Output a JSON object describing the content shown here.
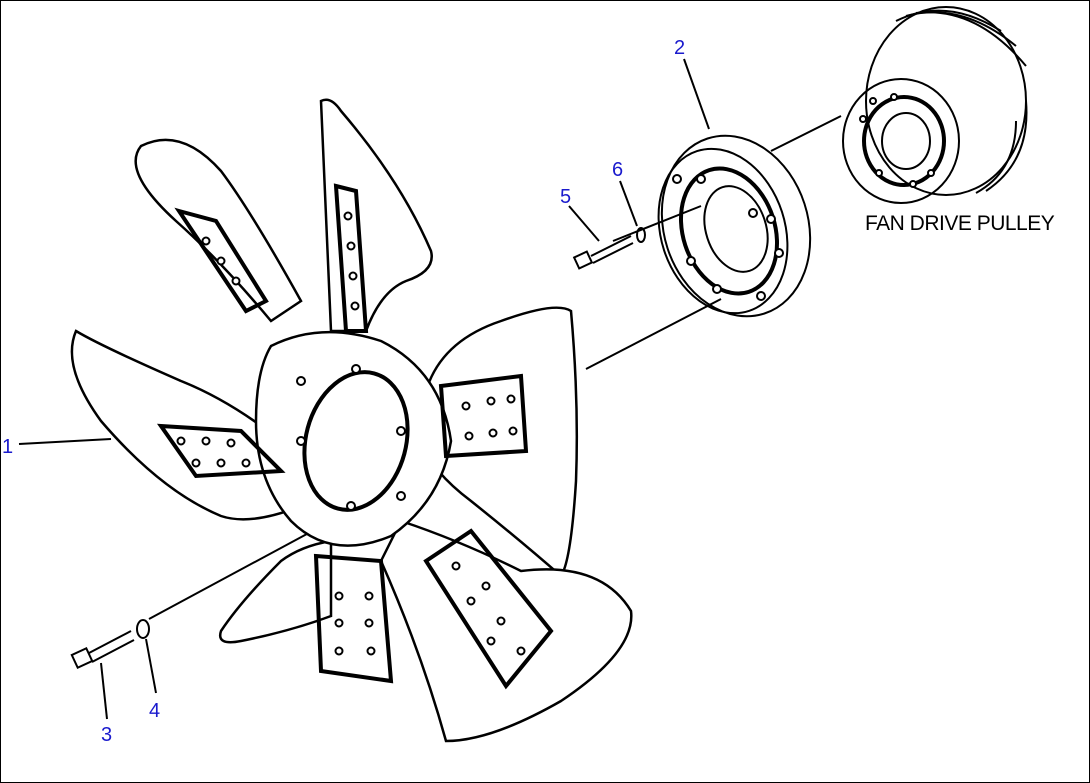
{
  "diagram": {
    "pulley_label": "FAN DRIVE PULLEY",
    "callouts": [
      {
        "id": "1",
        "label": "1"
      },
      {
        "id": "2",
        "label": "2"
      },
      {
        "id": "3",
        "label": "3"
      },
      {
        "id": "4",
        "label": "4"
      },
      {
        "id": "5",
        "label": "5"
      },
      {
        "id": "6",
        "label": "6"
      }
    ],
    "colors": {
      "callout": "#1a1acd",
      "line": "#000000",
      "background": "#ffffff"
    }
  }
}
